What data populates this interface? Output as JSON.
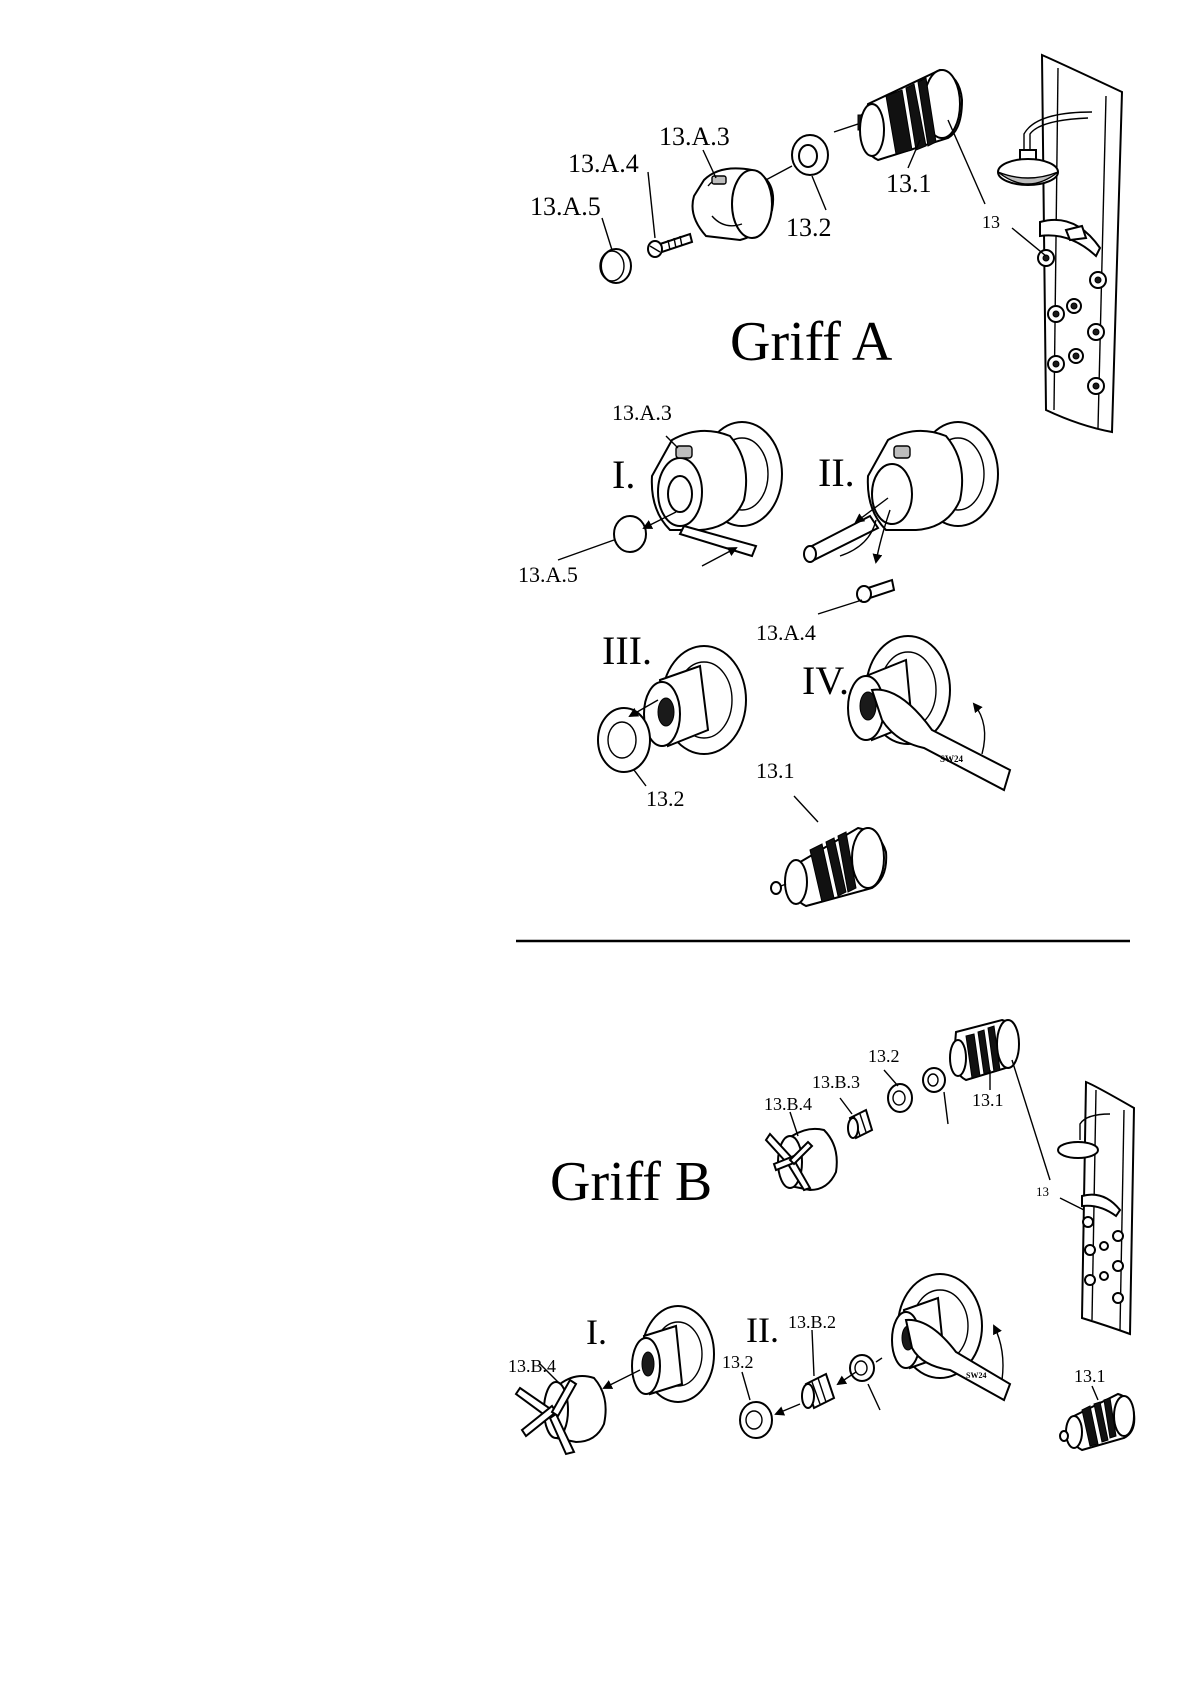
{
  "section_a": {
    "title": "Griff A",
    "exploded_labels": {
      "cap": "13.A.5",
      "screw": "13.A.4",
      "handle": "13.A.3",
      "ring": "13.2",
      "cartridge": "13.1",
      "panel_ref": "13"
    },
    "steps": {
      "step1": {
        "numeral": "I.",
        "handle": "13.A.3",
        "cap": "13.A.5"
      },
      "step2": {
        "numeral": "II.",
        "screw": "13.A.4"
      },
      "step3": {
        "numeral": "III.",
        "ring": "13.2"
      },
      "step4": {
        "numeral": "IV.",
        "wrench": "SW24",
        "cartridge": "13.1"
      }
    }
  },
  "section_b": {
    "title": "Griff B",
    "exploded_labels": {
      "ring": "13.2",
      "insert": "13.B.3",
      "handle": "13.B.4",
      "cartridge": "13.1",
      "panel_ref": "13"
    },
    "steps": {
      "step1": {
        "numeral": "I.",
        "handle": "13.B.4"
      },
      "step2": {
        "numeral": "II.",
        "ring": "13.2",
        "insert": "13.B.2",
        "wrench": "SW24",
        "cartridge": "13.1"
      }
    }
  }
}
